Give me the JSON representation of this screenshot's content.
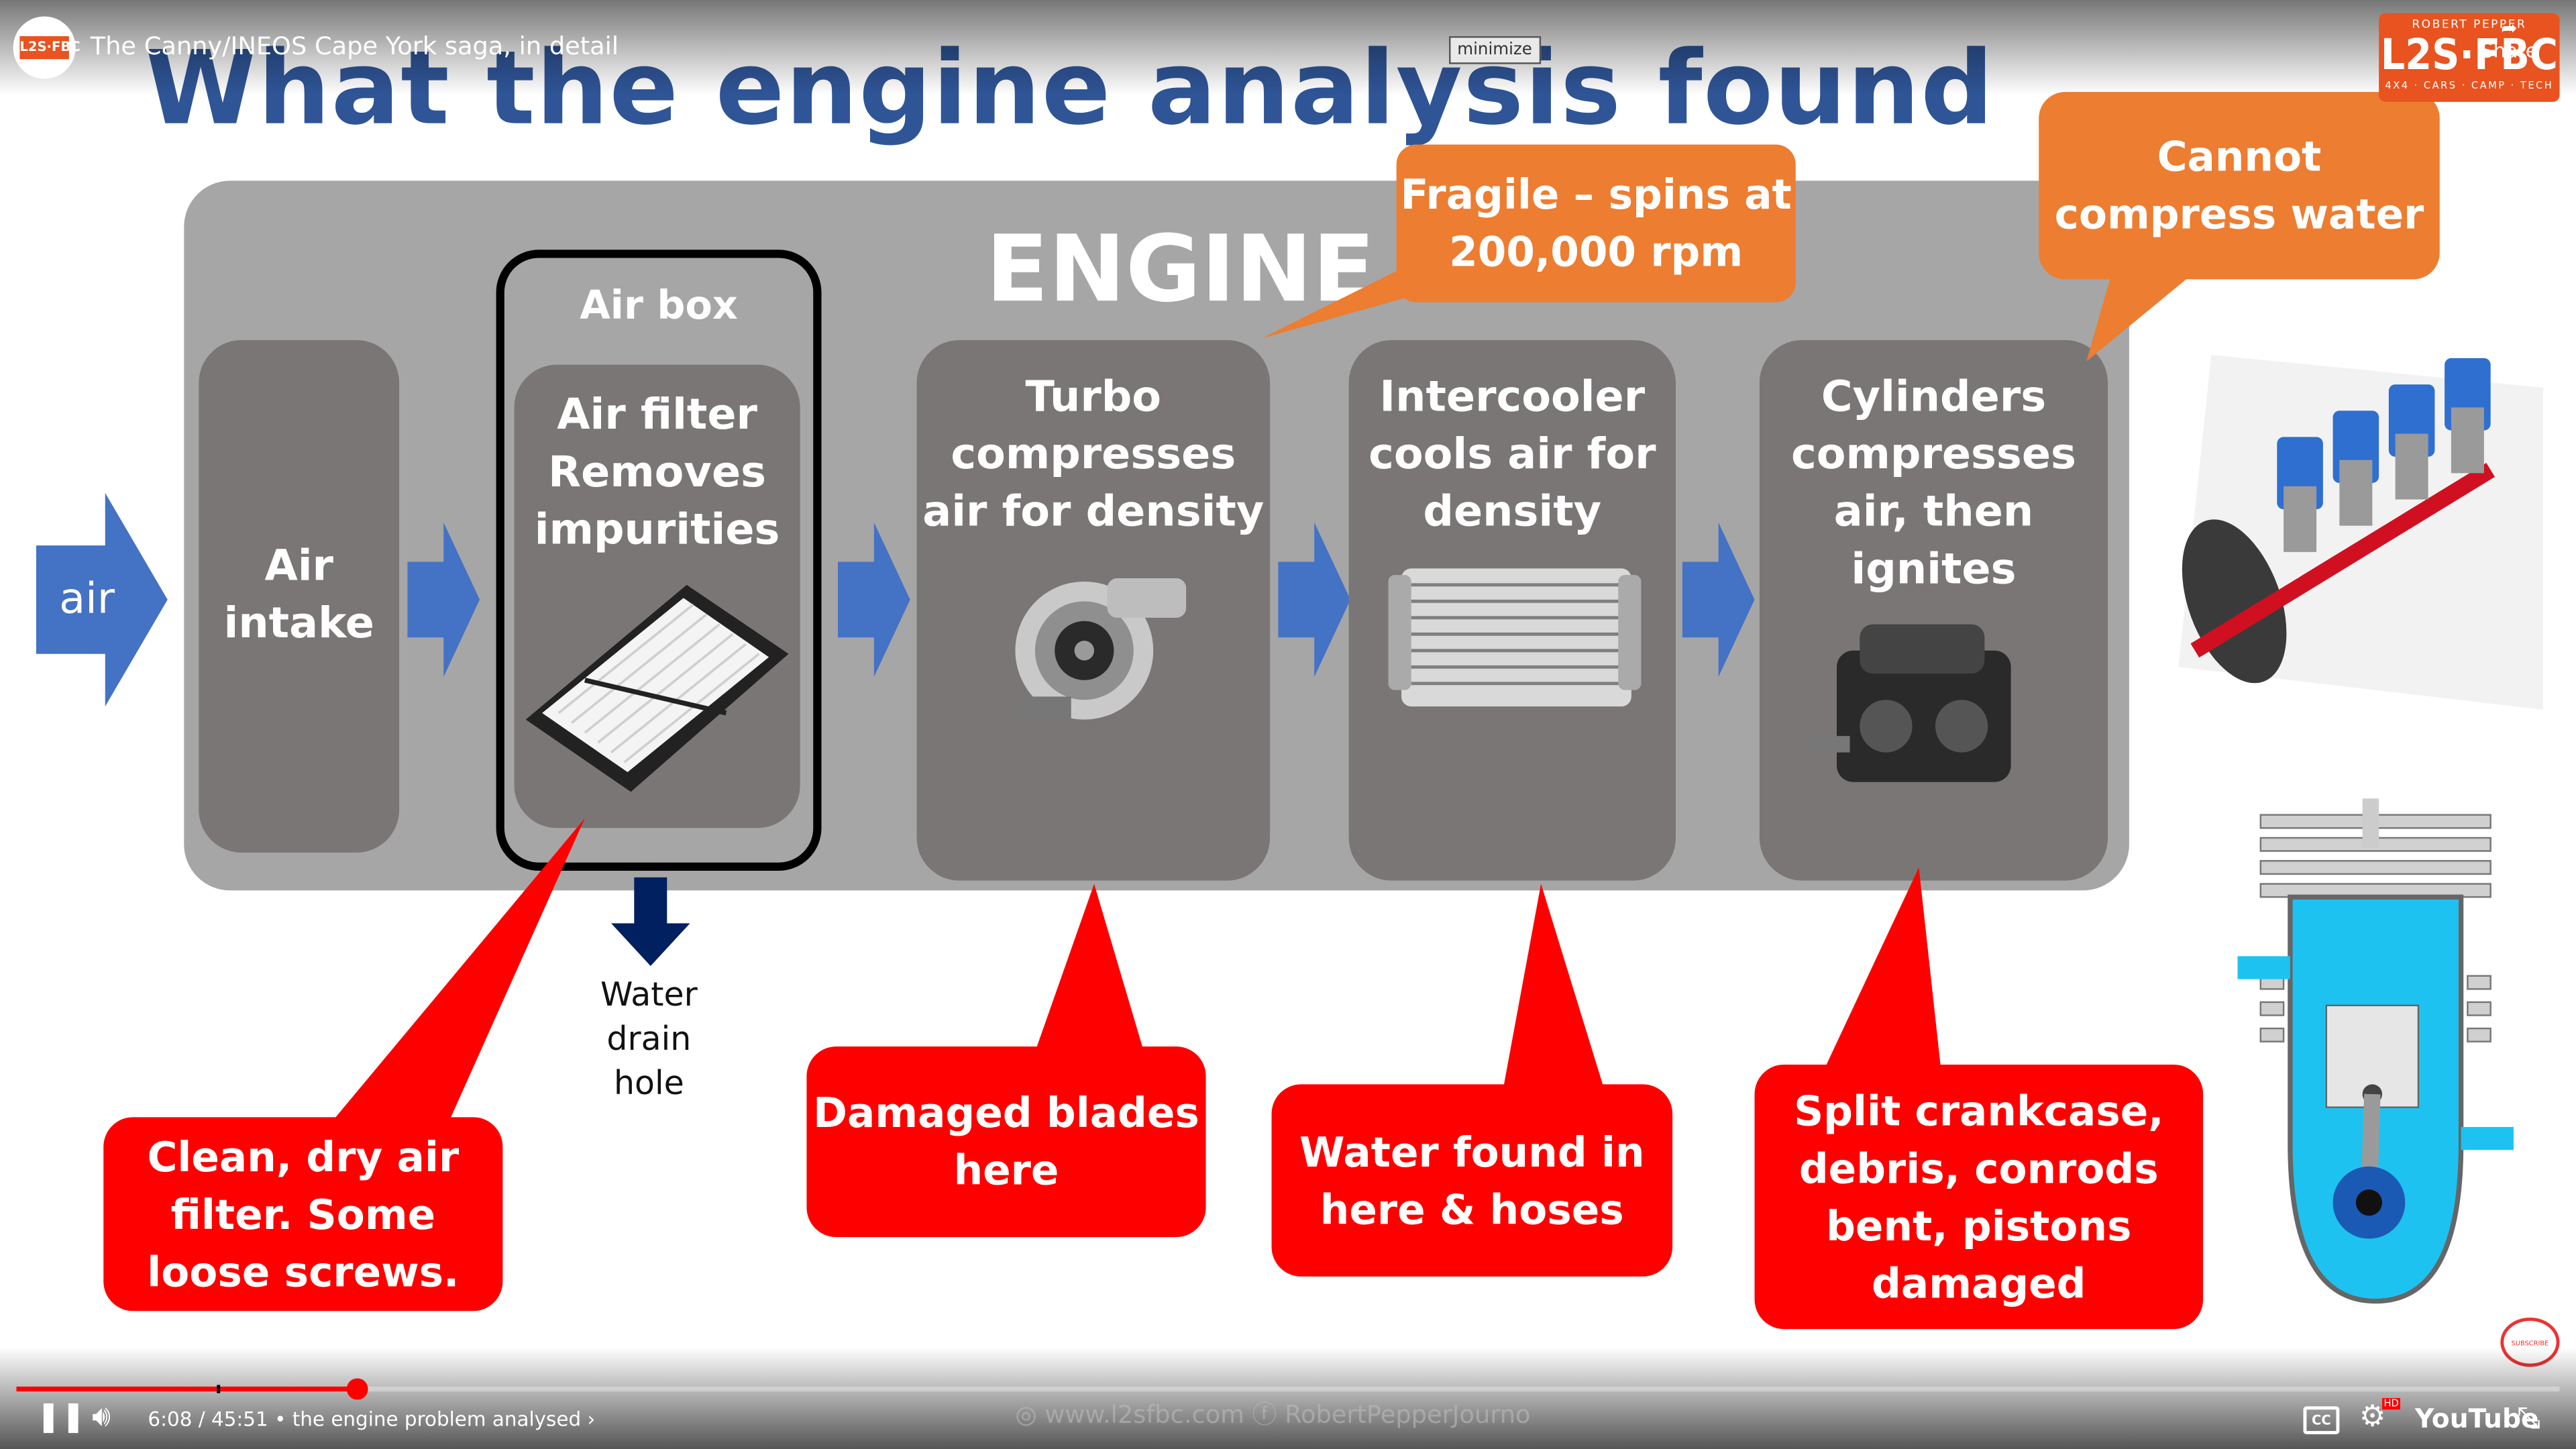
{
  "video": {
    "title": "The Canny/INEOS Cape York saga, in detail",
    "channel_logo_text": "L2S·FBC",
    "minimize_label": "minimize",
    "share_label": "Share",
    "time_current": "6:08",
    "time_total": "45:51",
    "chapter": "the engine problem analysed",
    "progress_fraction": 0.134,
    "youtube_label": "YouTube",
    "cc_label": "CC",
    "hd_badge": "HD",
    "watermark_site": "www.l2sfbc.com",
    "watermark_fb": "RobertPepperJourno",
    "subscribe_badge": "SUBSCRIBE"
  },
  "brand": {
    "top": "ROBERT PEPPER",
    "main": "L2S·FBC",
    "sub": "4X4 · CARS · CAMP · TECH"
  },
  "slide": {
    "title": "What the engine analysis found",
    "engine_label": "ENGINE",
    "air_label": "air",
    "air_intake": "Air\nintake",
    "air_box_label": "Air box",
    "air_filter": "Air filter\nRemoves\nimpurities",
    "turbo": "Turbo\ncompresses\nair for density",
    "intercooler": "Intercooler\ncools air for\ndensity",
    "cylinders": "Cylinders\ncompresses\nair, then\nignites",
    "water_drain": "Water\ndrain\nhole",
    "callouts": {
      "air_filter": "Clean, dry air\nfilter. Some\nloose screws.",
      "turbo": "Damaged blades\nhere",
      "intercooler": "Water found in\nhere & hoses",
      "cylinders": "Split crankcase,\ndebris, conrods\nbent, pistons\ndamaged"
    },
    "orange_callouts": {
      "turbo": "Fragile – spins at\n200,000 rpm",
      "cylinders": "Cannot\ncompress water"
    }
  },
  "colors": {
    "title_blue": "#2f5597",
    "arrow_blue": "#4472c4",
    "engine_grey": "#a6a6a6",
    "box_grey": "#7a7676",
    "callout_red": "#ff0000",
    "callout_orange": "#ed7d31",
    "brand_orange": "#e8531f"
  }
}
